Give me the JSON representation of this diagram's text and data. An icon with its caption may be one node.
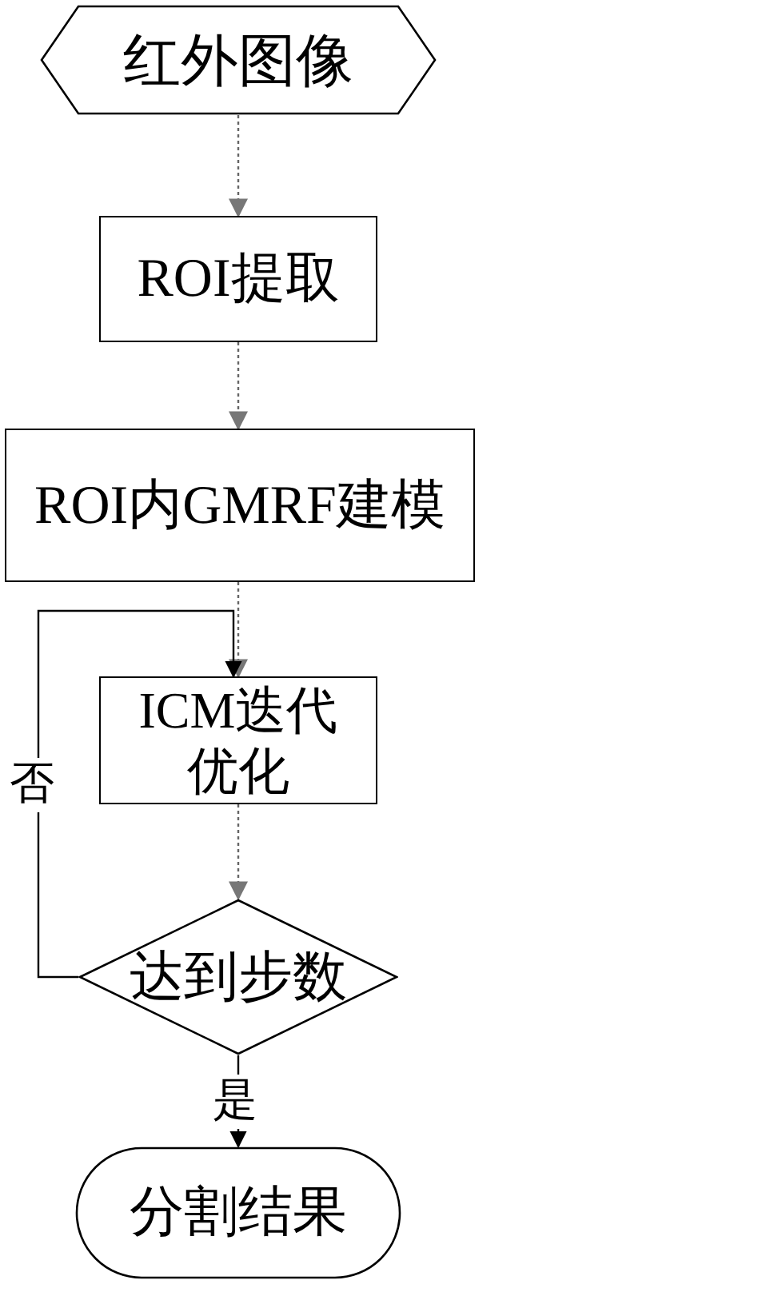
{
  "diagram": {
    "nodes": [
      {
        "text": [
          "红外图像"
        ]
      },
      {
        "text": [
          "ROI提取"
        ]
      },
      {
        "text": [
          "ROI内GMRF建模"
        ]
      },
      {
        "text": [
          "ICM迭代优化"
        ]
      },
      {
        "text": [
          "达到步数"
        ]
      },
      {
        "text": [
          "分割结果"
        ]
      }
    ],
    "edges": [
      {
        "from": 0,
        "to": 1,
        "arrow": "to",
        "style": "dashed"
      },
      {
        "from": 1,
        "to": 2,
        "arrow": "to",
        "style": "dashed"
      },
      {
        "from": 2,
        "to": 3,
        "arrow": "to",
        "style": "dashed"
      },
      {
        "from": 3,
        "to": 4,
        "arrow": "to",
        "style": "dashed"
      },
      {
        "from": 4,
        "to": 3,
        "arrow": "to",
        "label": "否",
        "color": "#000000"
      },
      {
        "from": 4,
        "to": 5,
        "arrow": "to",
        "label": "是",
        "color": "#000000"
      }
    ]
  }
}
